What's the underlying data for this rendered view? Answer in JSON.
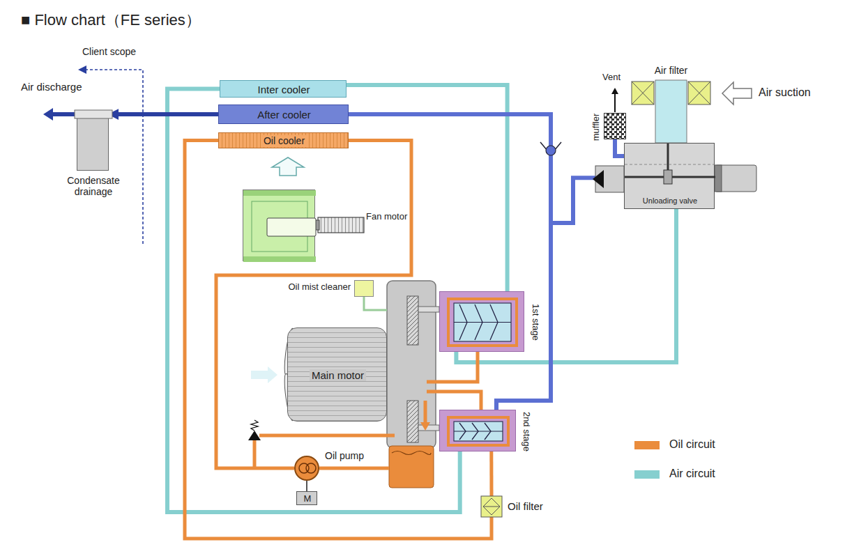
{
  "diagram": {
    "title": "■ Flow chart（FE series）",
    "nodes": [
      {
        "text": [
          "Air filter"
        ]
      },
      {
        "text": [
          "muffler"
        ]
      },
      {
        "text": [
          "Unloading valve"
        ]
      },
      {
        "text": [
          "Inter cooler"
        ]
      },
      {
        "text": [
          "After cooler"
        ]
      },
      {
        "text": [
          "Oil cooler"
        ]
      },
      {
        "text": [
          "Condensate drainage"
        ]
      },
      {
        "text": [
          "Fan motor"
        ]
      },
      {
        "text": [
          "Oil mist cleaner"
        ]
      },
      {
        "text": [
          "1st stage"
        ]
      },
      {
        "text": [
          "Main motor"
        ]
      },
      {
        "text": [
          "2nd stage"
        ]
      },
      {
        "text": [
          "Oil pump"
        ]
      },
      {
        "text": [
          "M"
        ]
      },
      {
        "text": [
          "Oil filter"
        ]
      }
    ],
    "edges": [
      {
        "from": 2,
        "to": 9,
        "arrow": "none"
      },
      {
        "from": 9,
        "to": 3,
        "arrow": "none"
      },
      {
        "from": 3,
        "to": 11,
        "arrow": "none"
      },
      {
        "from": 11,
        "to": 4,
        "arrow": "none"
      },
      {
        "from": 11,
        "to": 2,
        "arrow": "none"
      },
      {
        "from": 2,
        "to": 1,
        "arrow": "none"
      },
      {
        "from": 4,
        "to": 6,
        "arrow": "to"
      },
      {
        "from": 5,
        "to": 14,
        "arrow": "none"
      },
      {
        "from": 14,
        "to": 11,
        "arrow": "none"
      },
      {
        "from": 12,
        "to": 5,
        "arrow": "none"
      },
      {
        "from": 13,
        "to": 12,
        "arrow": "none"
      }
    ],
    "labels": [
      "Client scope",
      "Air discharge",
      "Vent",
      "Air suction"
    ],
    "legend": [
      {
        "text": "Oil circuit",
        "color": "#ea8c3c"
      },
      {
        "text": "Air circuit",
        "color": "#86cfcf"
      }
    ]
  }
}
